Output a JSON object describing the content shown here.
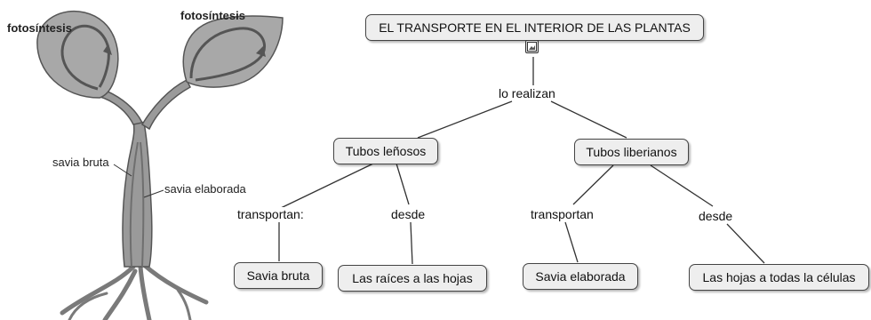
{
  "illustration": {
    "label_photosynthesis_left": "fotosíntesis",
    "label_photosynthesis_right": "fotosíntesis",
    "label_raw_sap": "savia bruta",
    "label_processed_sap": "savia elaborada"
  },
  "concept_map": {
    "root": "EL TRANSPORTE EN EL INTERIOR DE LAS PLANTAS",
    "root_link": "lo realizan",
    "left": {
      "node": "Tubos leñosos",
      "link_1": "transportan:",
      "link_2": "desde",
      "target_1": "Savia bruta",
      "target_2": "Las raíces a las hojas"
    },
    "right": {
      "node": "Tubos liberianos",
      "link_1": "transportan",
      "link_2": "desde",
      "target_1": "Savia elaborada",
      "target_2": "Las hojas  a todas la células"
    }
  },
  "colors": {
    "leaf_fill": "#a8a8a8",
    "stem_fill": "#9a9a9a",
    "node_fill": "#eeeeee",
    "line": "#333333"
  }
}
